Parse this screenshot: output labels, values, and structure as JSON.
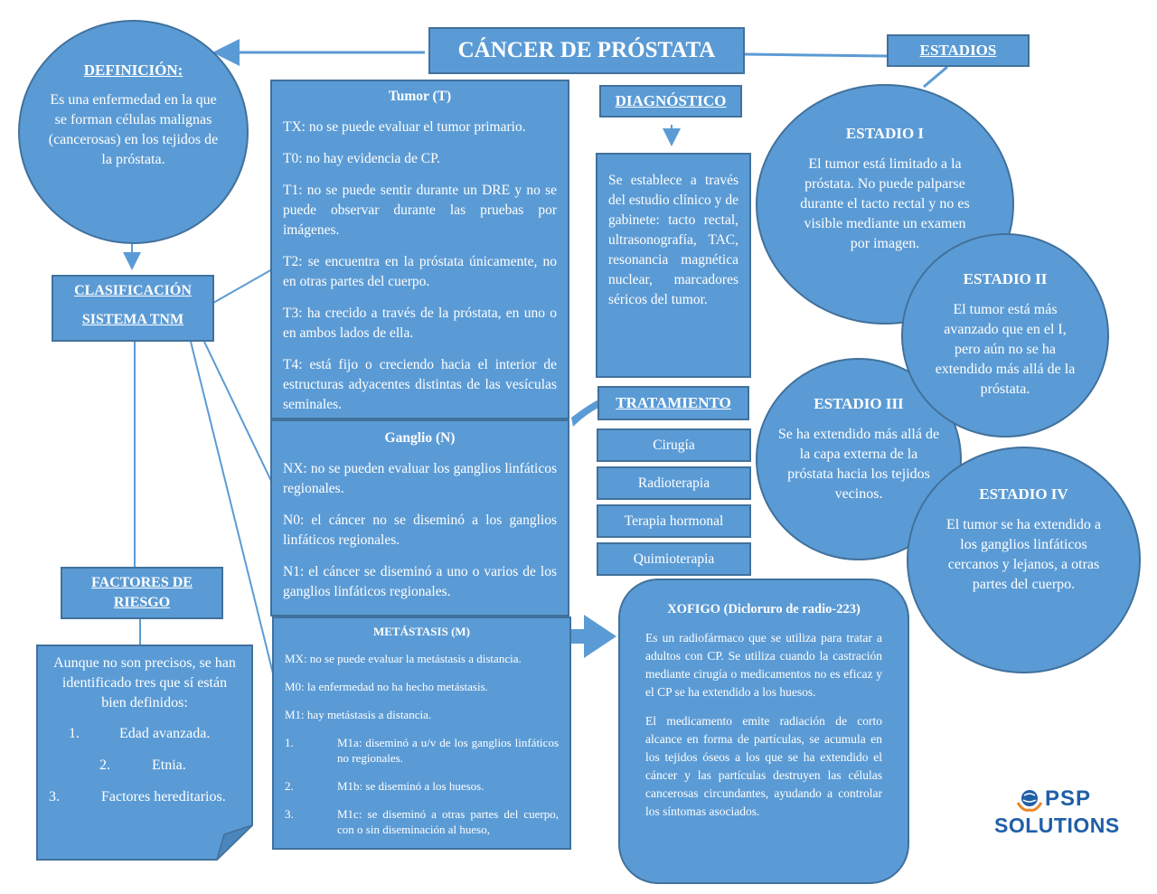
{
  "title": "CÁNCER DE PRÓSTATA",
  "definicion": {
    "heading": "DEFINICIÓN:",
    "text": "Es una enfermedad en la que se forman células malignas (cancerosas) en los tejidos de la próstata."
  },
  "clasificacion": {
    "line1": "CLASIFICACIÓN",
    "line2": "SISTEMA TNM"
  },
  "tumor": {
    "heading": "Tumor (T)",
    "items": [
      "TX: no se puede evaluar el tumor primario.",
      "T0: no hay evidencia de CP.",
      "T1: no se puede sentir durante un DRE y no se puede observar durante las pruebas por imágenes.",
      "T2: se encuentra en la próstata únicamente, no en otras partes del cuerpo.",
      "T3: ha crecido a través de la próstata, en uno o en ambos lados de ella.",
      "T4: está fijo o creciendo hacia el interior de estructuras adyacentes distintas de las vesículas seminales."
    ]
  },
  "ganglio": {
    "heading": "Ganglio (N)",
    "items": [
      "NX: no se pueden evaluar los ganglios linfáticos regionales.",
      "N0: el cáncer no se diseminó a los ganglios linfáticos regionales.",
      "N1: el cáncer se diseminó a uno o varios de los ganglios linfáticos regionales."
    ]
  },
  "metastasis": {
    "heading": "METÁSTASIS (M)",
    "items": [
      "MX: no se puede evaluar la metástasis a distancia.",
      "M0: la enfermedad no ha hecho metástasis.",
      "M1: hay metástasis a distancia."
    ],
    "sub": [
      {
        "num": "1.",
        "text": "M1a: diseminó a u/v de los ganglios linfáticos no regionales."
      },
      {
        "num": "2.",
        "text": "M1b: se diseminó a los huesos."
      },
      {
        "num": "3.",
        "text": "M1c: se diseminó a otras partes del cuerpo, con o sin diseminación al hueso,"
      }
    ]
  },
  "factores": {
    "heading_line1": "FACTORES DE",
    "heading_line2": "RIESGO",
    "intro": "Aunque no son precisos, se han identificado tres que sí están bien definidos:",
    "items": [
      {
        "num": "1.",
        "text": "Edad avanzada."
      },
      {
        "num": "2.",
        "text": "Etnia."
      },
      {
        "num": "3.",
        "text": "Factores hereditarios."
      }
    ]
  },
  "diagnostico": {
    "heading": "DIAGNÓSTICO",
    "text": "Se establece a través del estudio clínico y de gabinete: tacto rectal, ultrasonografía, TAC, resonancia magnética nuclear, marcadores séricos del tumor."
  },
  "tratamiento": {
    "heading": "TRATAMIENTO",
    "items": [
      "Cirugía",
      "Radioterapia",
      "Terapia hormonal",
      "Quimioterapia"
    ]
  },
  "xofigo": {
    "heading": "XOFIGO (Dicloruro de radio-223)",
    "p1": "Es un radiofármaco que se utiliza para tratar a adultos con CP. Se utiliza cuando la castración mediante cirugía o medicamentos no es eficaz y el CP se ha extendido a los huesos.",
    "p2": "El medicamento emite radiación de corto alcance en forma de partículas, se acumula en los tejidos óseos a los que se ha extendido el cáncer y las partículas destruyen las células cancerosas circundantes, ayudando a controlar los síntomas asociados."
  },
  "estadios": {
    "heading": "ESTADIOS",
    "items": [
      {
        "title": "ESTADIO I",
        "text": "El tumor está limitado a la próstata. No puede palparse durante el tacto rectal y no es visible mediante un examen por imagen."
      },
      {
        "title": "ESTADIO II",
        "text": "El tumor está más avanzado que en el I, pero aún no se ha extendido más allá de la próstata."
      },
      {
        "title": "ESTADIO III",
        "text": "Se ha extendido más allá de la capa externa de la próstata hacia los tejidos vecinos."
      },
      {
        "title": "ESTADIO IV",
        "text": "El tumor se ha extendido a los ganglios linfáticos cercanos y lejanos, a otras partes del cuerpo."
      }
    ]
  },
  "logo": {
    "line1": "PSP",
    "line2": "SOLUTIONS"
  },
  "colors": {
    "fill": "#5b9bd5",
    "border": "#41719c",
    "text": "#ffffff",
    "logo_blue": "#1f5fa8",
    "logo_orange": "#e8872a"
  }
}
